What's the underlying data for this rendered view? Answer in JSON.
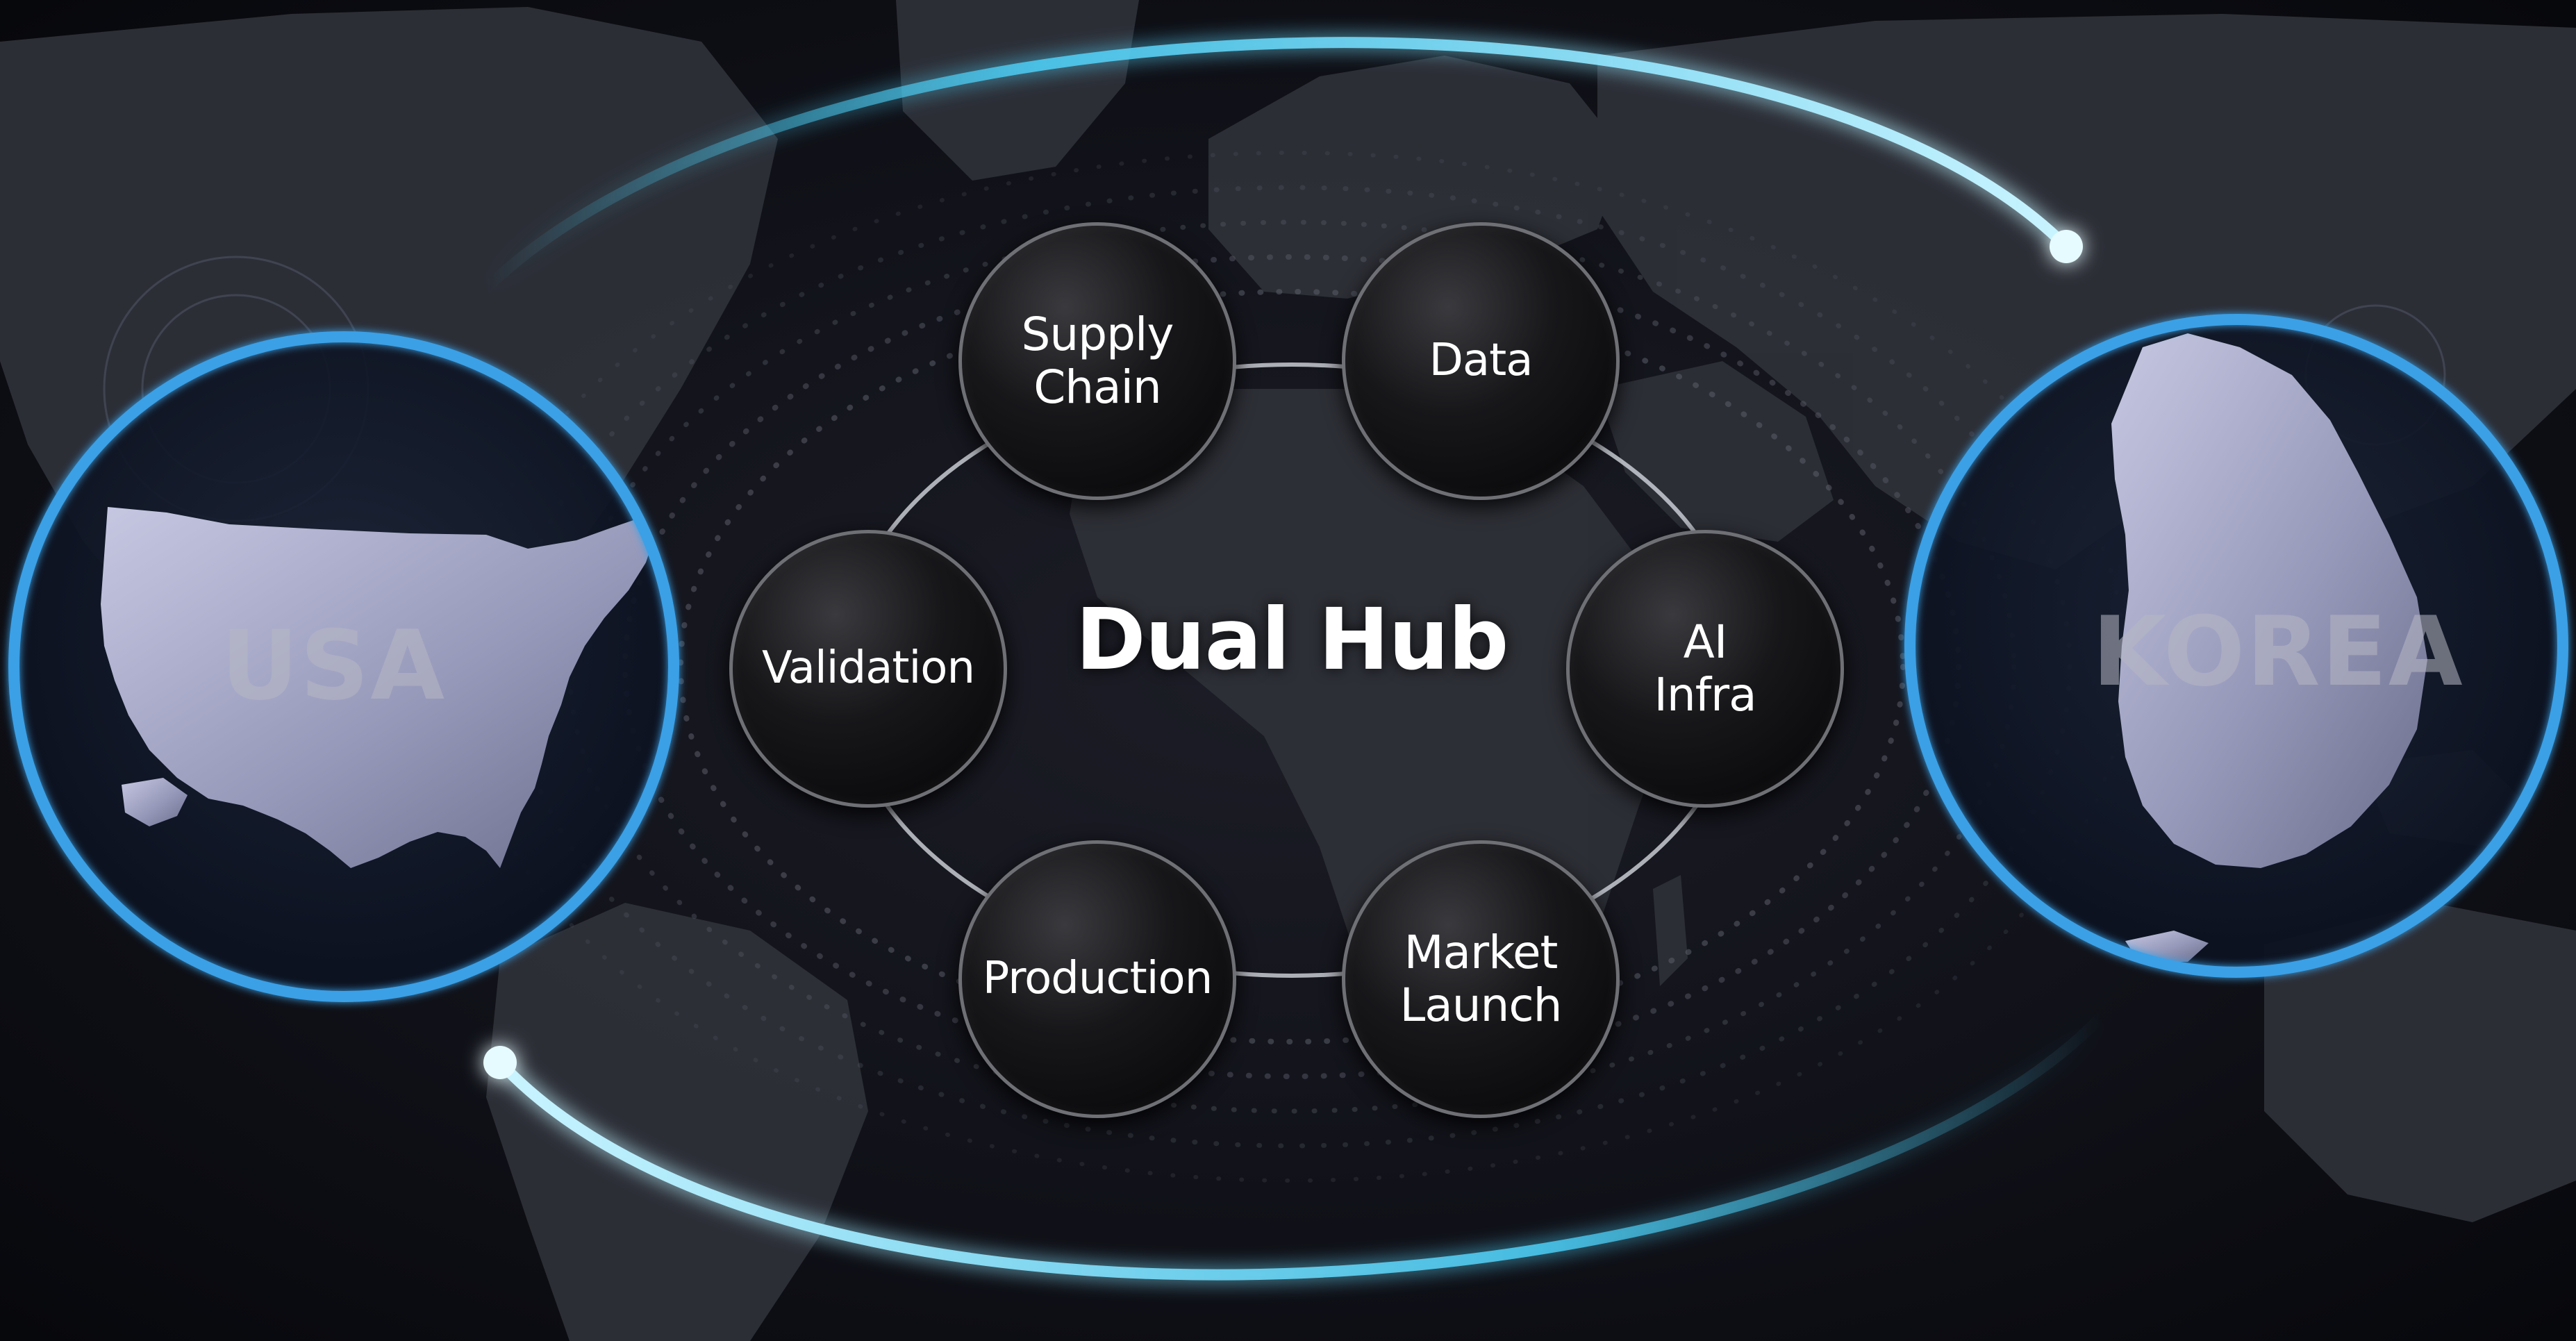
{
  "diagram": {
    "center_label": "Dual Hub",
    "regions": {
      "left": "USA",
      "right": "KOREA"
    },
    "cycle_nodes": [
      {
        "id": "supply-chain",
        "lines": [
          "Supply",
          "Chain"
        ]
      },
      {
        "id": "data",
        "lines": [
          "Data"
        ]
      },
      {
        "id": "ai-infra",
        "lines": [
          "AI",
          "Infra"
        ]
      },
      {
        "id": "market-launch",
        "lines": [
          "Market",
          "Launch"
        ]
      },
      {
        "id": "production",
        "lines": [
          "Production"
        ]
      },
      {
        "id": "validation",
        "lines": [
          "Validation"
        ]
      }
    ]
  },
  "colors": {
    "background": "#0b0c12",
    "continent": "#2e3038",
    "glow_arc": "#4fd6ff",
    "region_ring": "#3aa0e6",
    "node_fill": "#0d0d0f",
    "node_border": "#6f7075",
    "cycle_ring": "#c9cbd4",
    "map_silhouette": "#a6a8c6"
  },
  "icons": {
    "left_region": "usa-map-icon",
    "right_region": "korea-map-icon",
    "background": "world-map-icon"
  }
}
